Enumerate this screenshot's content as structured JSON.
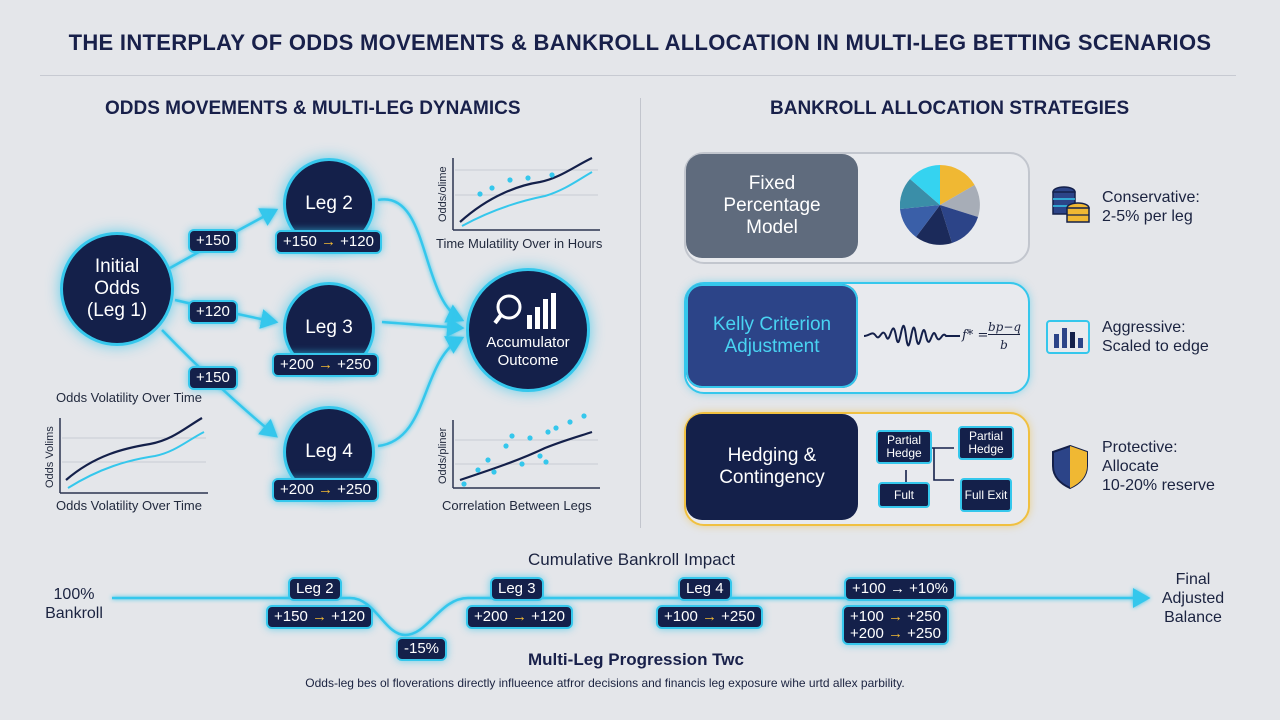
{
  "title": "THE INTERPLAY OF ODDS MOVEMENTS & BANKROLL ALLOCATION IN MULTI-LEG BETTING SCENARIOS",
  "left": {
    "heading": "ODDS MOVEMENTS & MULTI-LEG DYNAMICS",
    "initial_node": "Initial Odds (Leg 1)",
    "edge_labels": [
      "+150",
      "+120",
      "+150"
    ],
    "legs": [
      {
        "label": "Leg 2",
        "odds_from": "+150",
        "odds_to": "+120"
      },
      {
        "label": "Leg 3",
        "odds_from": "+200",
        "odds_to": "+250"
      },
      {
        "label": "Leg 4",
        "odds_from": "+200",
        "odds_to": "+250"
      }
    ],
    "outcome_node": "Accumulator Outcome",
    "arrow": "→",
    "charts": {
      "top_right": {
        "ylabel": "Odds/olime",
        "caption": "Time Mulatility Over in Hours"
      },
      "left": {
        "ylabel": "Odds Volims",
        "caption_above": "Odds Volatility Over Time",
        "caption_below": "Odds Volatility Over Time"
      },
      "bottom_right": {
        "ylabel": "Odds/pliner",
        "caption": "Correlation Between Legs"
      }
    }
  },
  "right": {
    "heading": "BANKROLL ALLOCATION STRATEGIES",
    "strategies": [
      {
        "label": "Fixed Percentage Model",
        "note_title": "Conservative:",
        "note_body": "2-5% per leg",
        "icon": "coin-stack-icon"
      },
      {
        "label": "Kelly Criterion Adjustment",
        "note_title": "Aggressive:",
        "note_body": "Scaled to edge",
        "icon": "bar-chart-icon",
        "formula_lhs": "f* =",
        "formula_num": "bp−q",
        "formula_den": "b"
      },
      {
        "label": "Hedging & Contingency",
        "note_title": "Protective:",
        "note_body_lines": [
          "Allocate",
          "10-20% reserve"
        ],
        "icon": "shield-icon",
        "boxes": [
          "Partial Hedge",
          "Partial Hedge",
          "Fult",
          "Full Exit"
        ]
      }
    ]
  },
  "bottom": {
    "title": "Cumulative Bankroll Impact",
    "start_label": "100% Bankroll",
    "end_label": "Final Adjusted Balance",
    "dip_label": "-15%",
    "steps": [
      {
        "label": "Leg 2",
        "odds": [
          [
            "+150",
            "+120"
          ]
        ]
      },
      {
        "label": "Leg 3",
        "odds": [
          [
            "+200",
            "+120"
          ]
        ]
      },
      {
        "label": "Leg 4",
        "odds": [
          [
            "+100",
            "+250"
          ]
        ]
      },
      {
        "label": "+100 → +10%",
        "odds": [
          [
            "+100",
            "+250"
          ],
          [
            "+200",
            "+250"
          ]
        ]
      }
    ],
    "progression_label": "Multi-Leg Progression Twc",
    "footnote": "Odds-leg bes ol floverations directly influeence atfror decisions and financis leg exposure wihe urtd allex parbility."
  },
  "colors": {
    "navy": "#14204a",
    "cyan": "#35c7ec",
    "gold": "#f0b833",
    "slate": "#5f6b7d",
    "kelly_blue": "#2c4488"
  }
}
